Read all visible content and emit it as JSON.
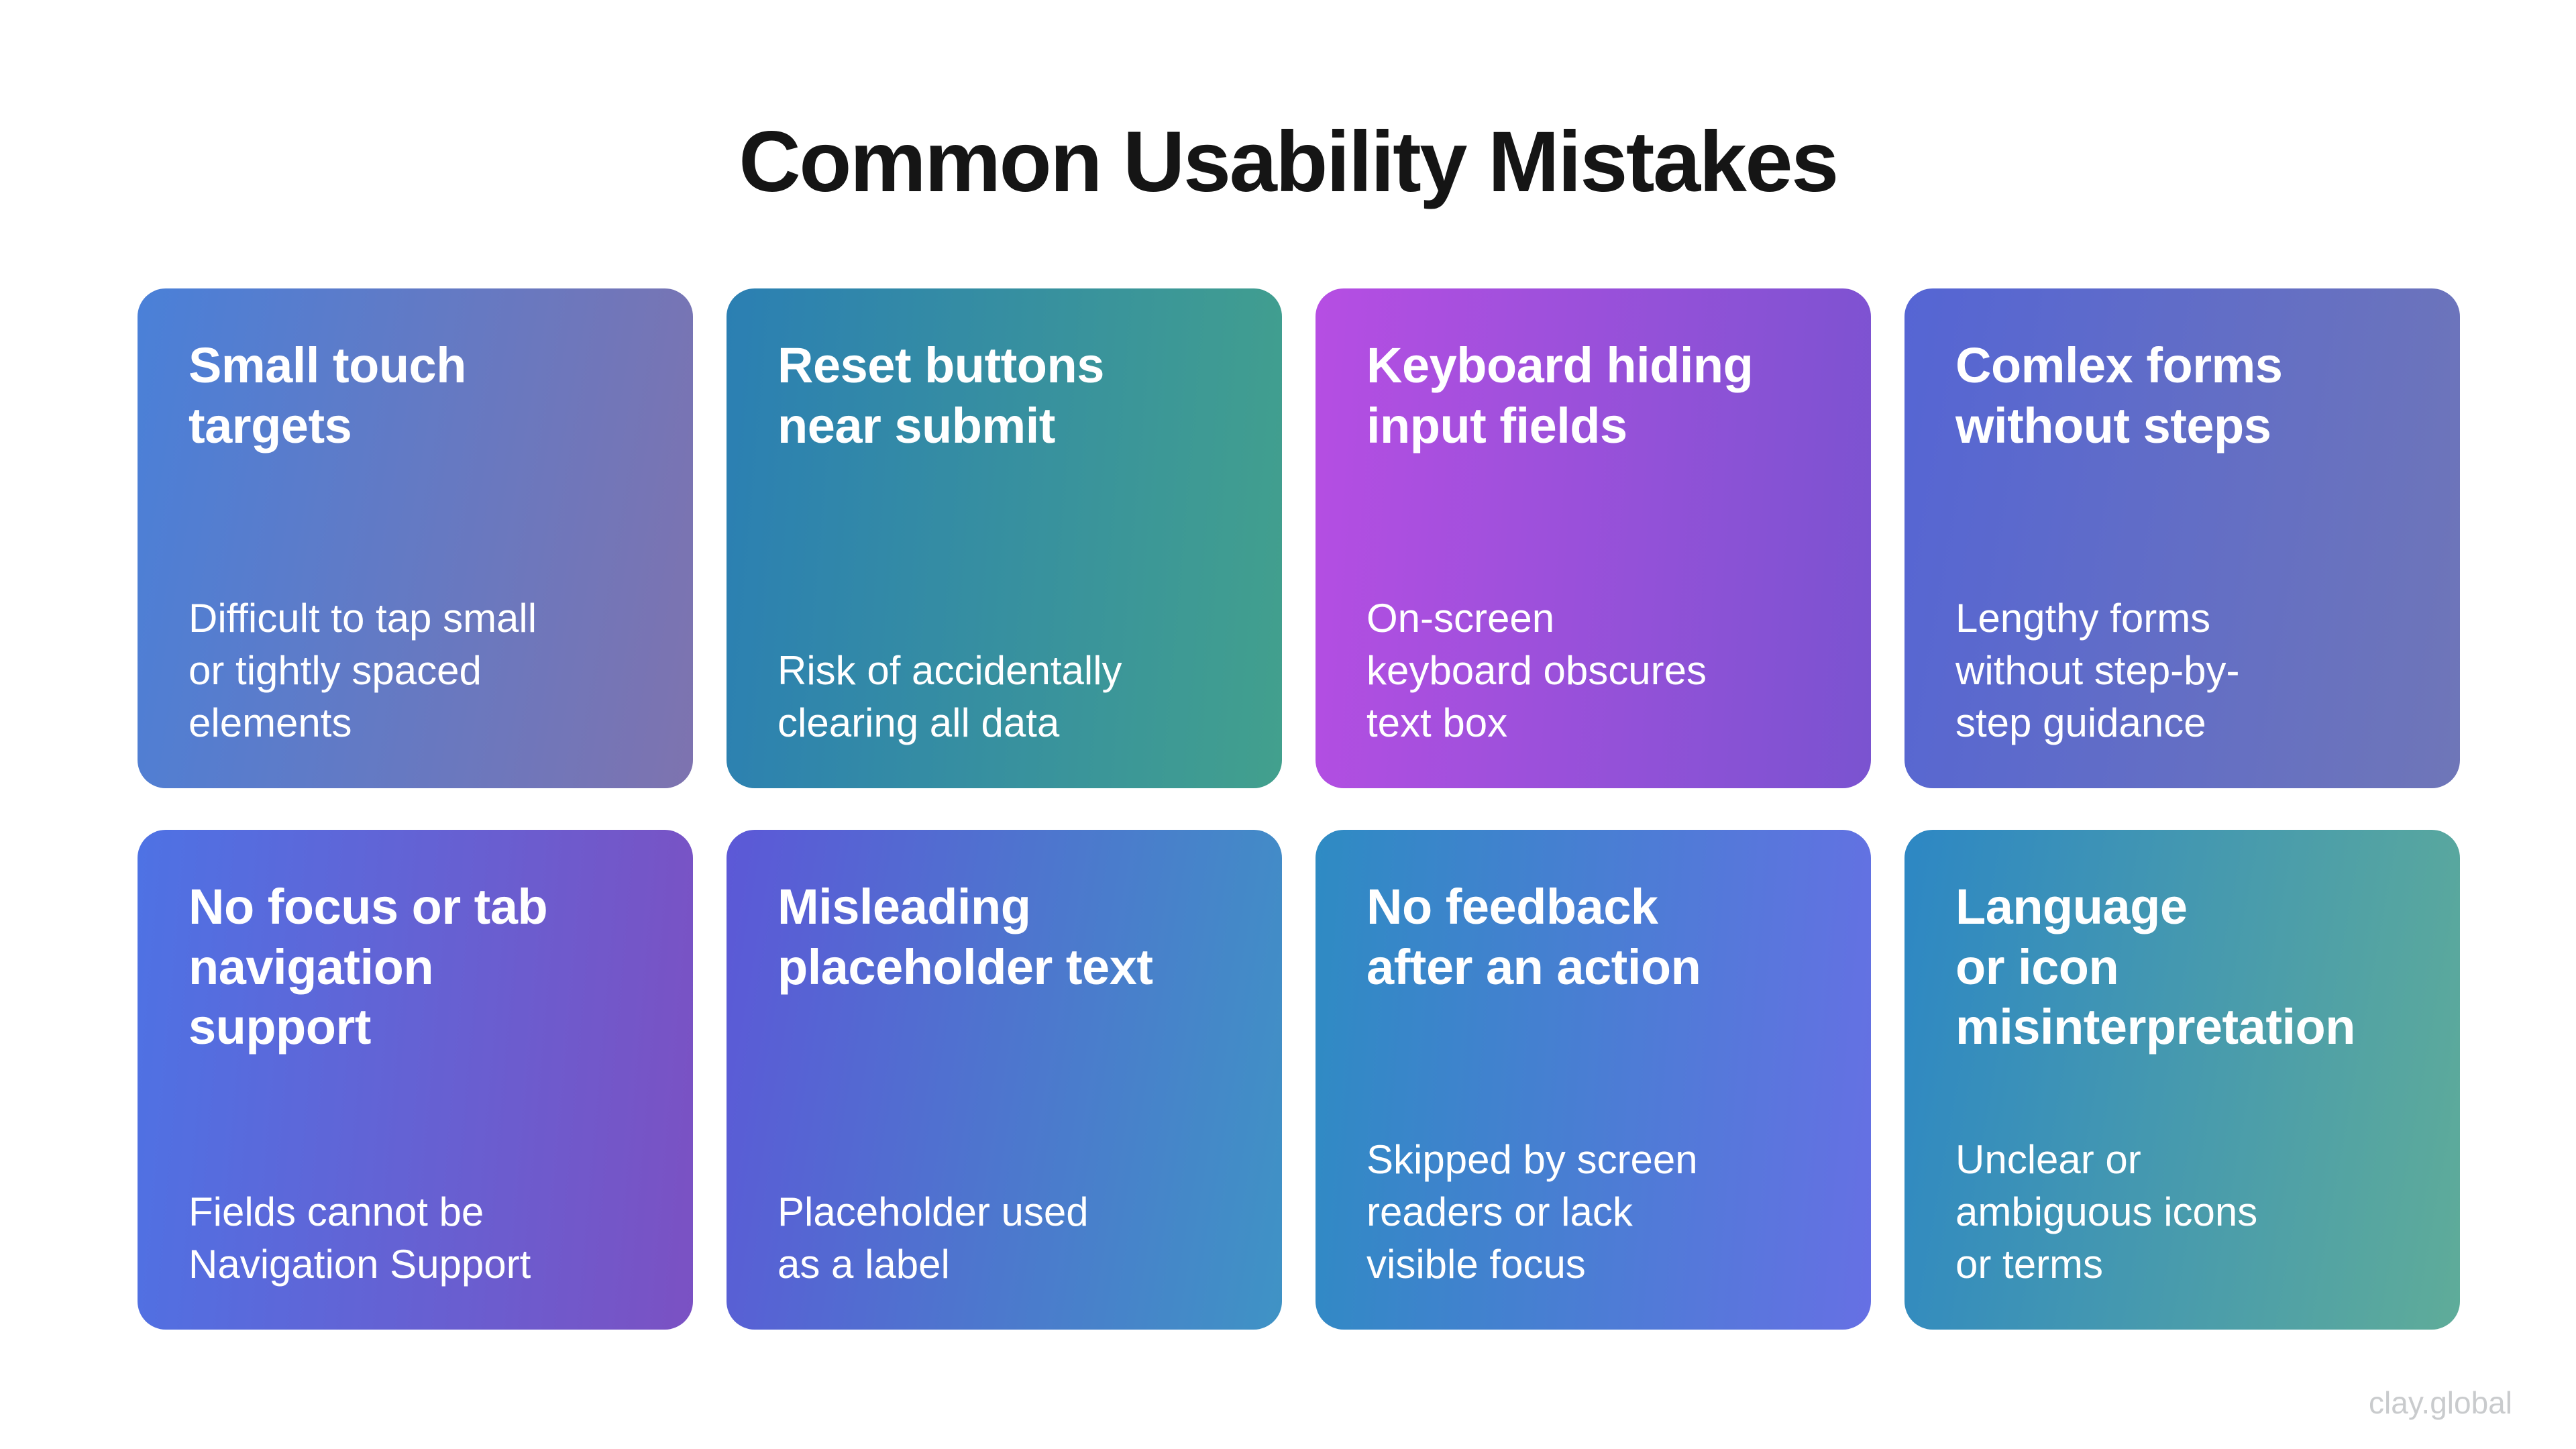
{
  "page": {
    "title": "Common Usability Mistakes",
    "watermark": "clay.global",
    "background_color": "#ffffff",
    "title_color": "#151515",
    "watermark_color": "#c9cbcd",
    "card_text_color": "#ffffff"
  },
  "cards": [
    {
      "title": "Small touch\ntargets",
      "description": "Difficult to tap small\nor tightly spaced\nelements",
      "gradient_from": "#4a80d8",
      "gradient_to": "#7e73af",
      "gradient_angle": "100deg"
    },
    {
      "title": "Reset buttons\nnear submit",
      "description": "Risk of accidentally\nclearing all data",
      "gradient_from": "#2b7fb3",
      "gradient_to": "#42a08d",
      "gradient_angle": "95deg"
    },
    {
      "title": "Keyboard hiding\ninput fields",
      "description": "On-screen\nkeyboard obscures\ntext box",
      "gradient_from": "#b64ee3",
      "gradient_to": "#7a53d0",
      "gradient_angle": "95deg"
    },
    {
      "title": "Comlex forms\nwithout steps",
      "description": "Lengthy forms\nwithout step-by-\nstep guidance",
      "gradient_from": "#5565d4",
      "gradient_to": "#6f76b8",
      "gradient_angle": "100deg"
    },
    {
      "title": "No focus or tab\nnavigation\nsupport",
      "description": "Fields cannot be\nNavigation Support",
      "gradient_from": "#4e72e4",
      "gradient_to": "#7b51c3",
      "gradient_angle": "95deg"
    },
    {
      "title": "Misleading\nplaceholder text",
      "description": "Placeholder used\nas a label",
      "gradient_from": "#5c58d7",
      "gradient_to": "#3f93c5",
      "gradient_angle": "100deg"
    },
    {
      "title": "No feedback\nafter an action",
      "description": "Skipped by screen\nreaders or lack\nvisible focus",
      "gradient_from": "#2e8bc3",
      "gradient_to": "#6670e4",
      "gradient_angle": "95deg"
    },
    {
      "title": "Language\nor icon\nmisinterpretation",
      "description": "Unclear or\nambiguous icons\nor terms",
      "gradient_from": "#2d87c4",
      "gradient_to": "#5fac99",
      "gradient_angle": "100deg"
    }
  ]
}
